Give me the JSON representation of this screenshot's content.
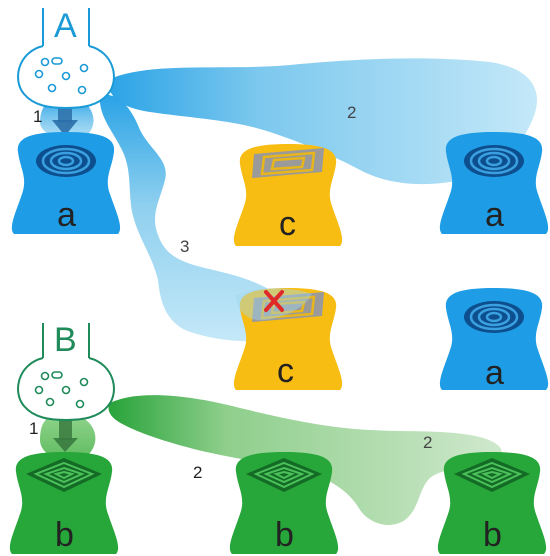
{
  "colors": {
    "blue": "#1e9de6",
    "blue_dark": "#0c4e8e",
    "blue_light": "#bfe6f8",
    "green": "#27a63a",
    "green_dark": "#136b25",
    "green_light": "#cce6c8",
    "yellow": "#f8bd13",
    "flask_a": "#1a9ad6",
    "flask_b": "#1f8a5a",
    "block_red": "#e02a2a"
  },
  "flask_a": {
    "letter": "A"
  },
  "flask_b": {
    "letter": "B"
  },
  "pathways": {
    "a_step1": "1",
    "a_step2": "2",
    "a_step3": "3",
    "b_step1": "1",
    "b_step2_left": "2",
    "b_step2_right": "2"
  },
  "receptors": {
    "row1": {
      "left": "a",
      "middle": "c",
      "right": "a"
    },
    "row2": {
      "middle": "c",
      "right": "a"
    },
    "row3": {
      "left": "b",
      "middle": "b",
      "right": "b"
    }
  },
  "icons": {
    "blocked_marker": "red-x-icon",
    "a_site": "concentric-circles-icon",
    "b_site": "concentric-diamond-icon",
    "c_site": "concentric-rectangle-icon"
  }
}
